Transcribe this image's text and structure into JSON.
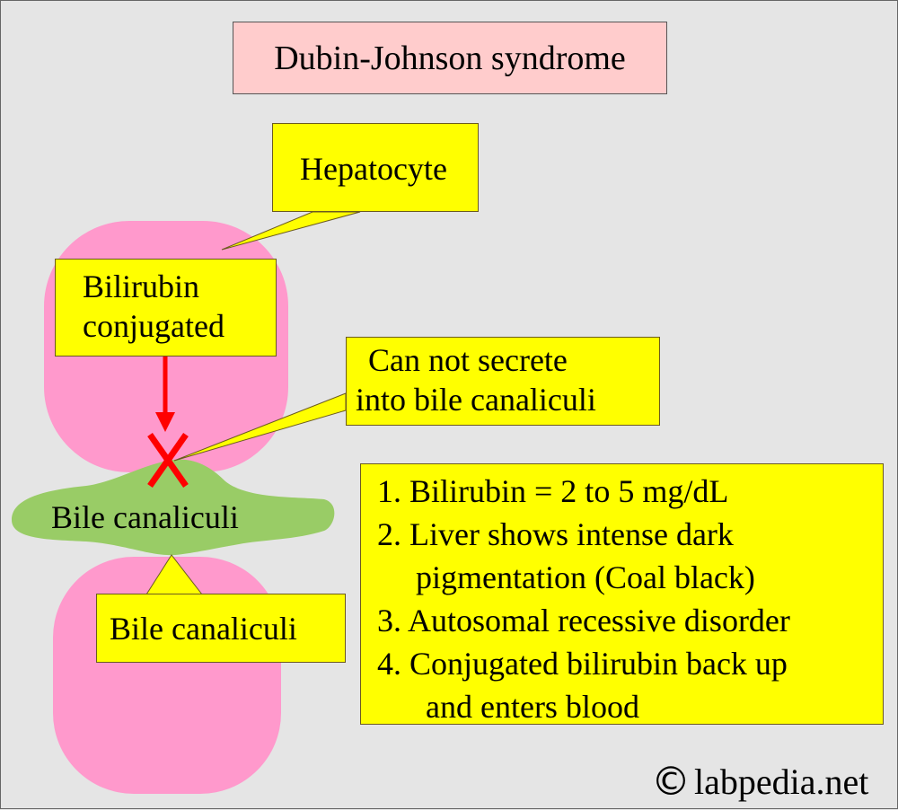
{
  "title": "Dubin-Johnson syndrome",
  "callouts": {
    "hepatocyte": "Hepatocyte",
    "conjugated": [
      "Bilirubin",
      "conjugated"
    ],
    "secrete": [
      "Can not secrete",
      "into bile canaliculi"
    ],
    "bile_canaliculi_callout": "Bile canaliculi"
  },
  "bile_canaliculi_label": "Bile canaliculi",
  "facts": [
    "1. Bilirubin = 2 to 5 mg/dL",
    "2. Liver shows intense dark",
    "pigmentation (Coal black)",
    "3. Autosomal recessive disorder",
    "4. Conjugated bilirubin back up",
    "and enters blood"
  ],
  "watermark": {
    "symbol": "©",
    "text": "labpedia.net"
  },
  "colors": {
    "background": "#e5e5e5",
    "title_fill": "#ffcccc",
    "callout_fill": "#ffff00",
    "hepatocyte_fill": "#ff99cc",
    "canaliculi_fill": "#99cc66",
    "blocked_marker": "#ff0000"
  }
}
